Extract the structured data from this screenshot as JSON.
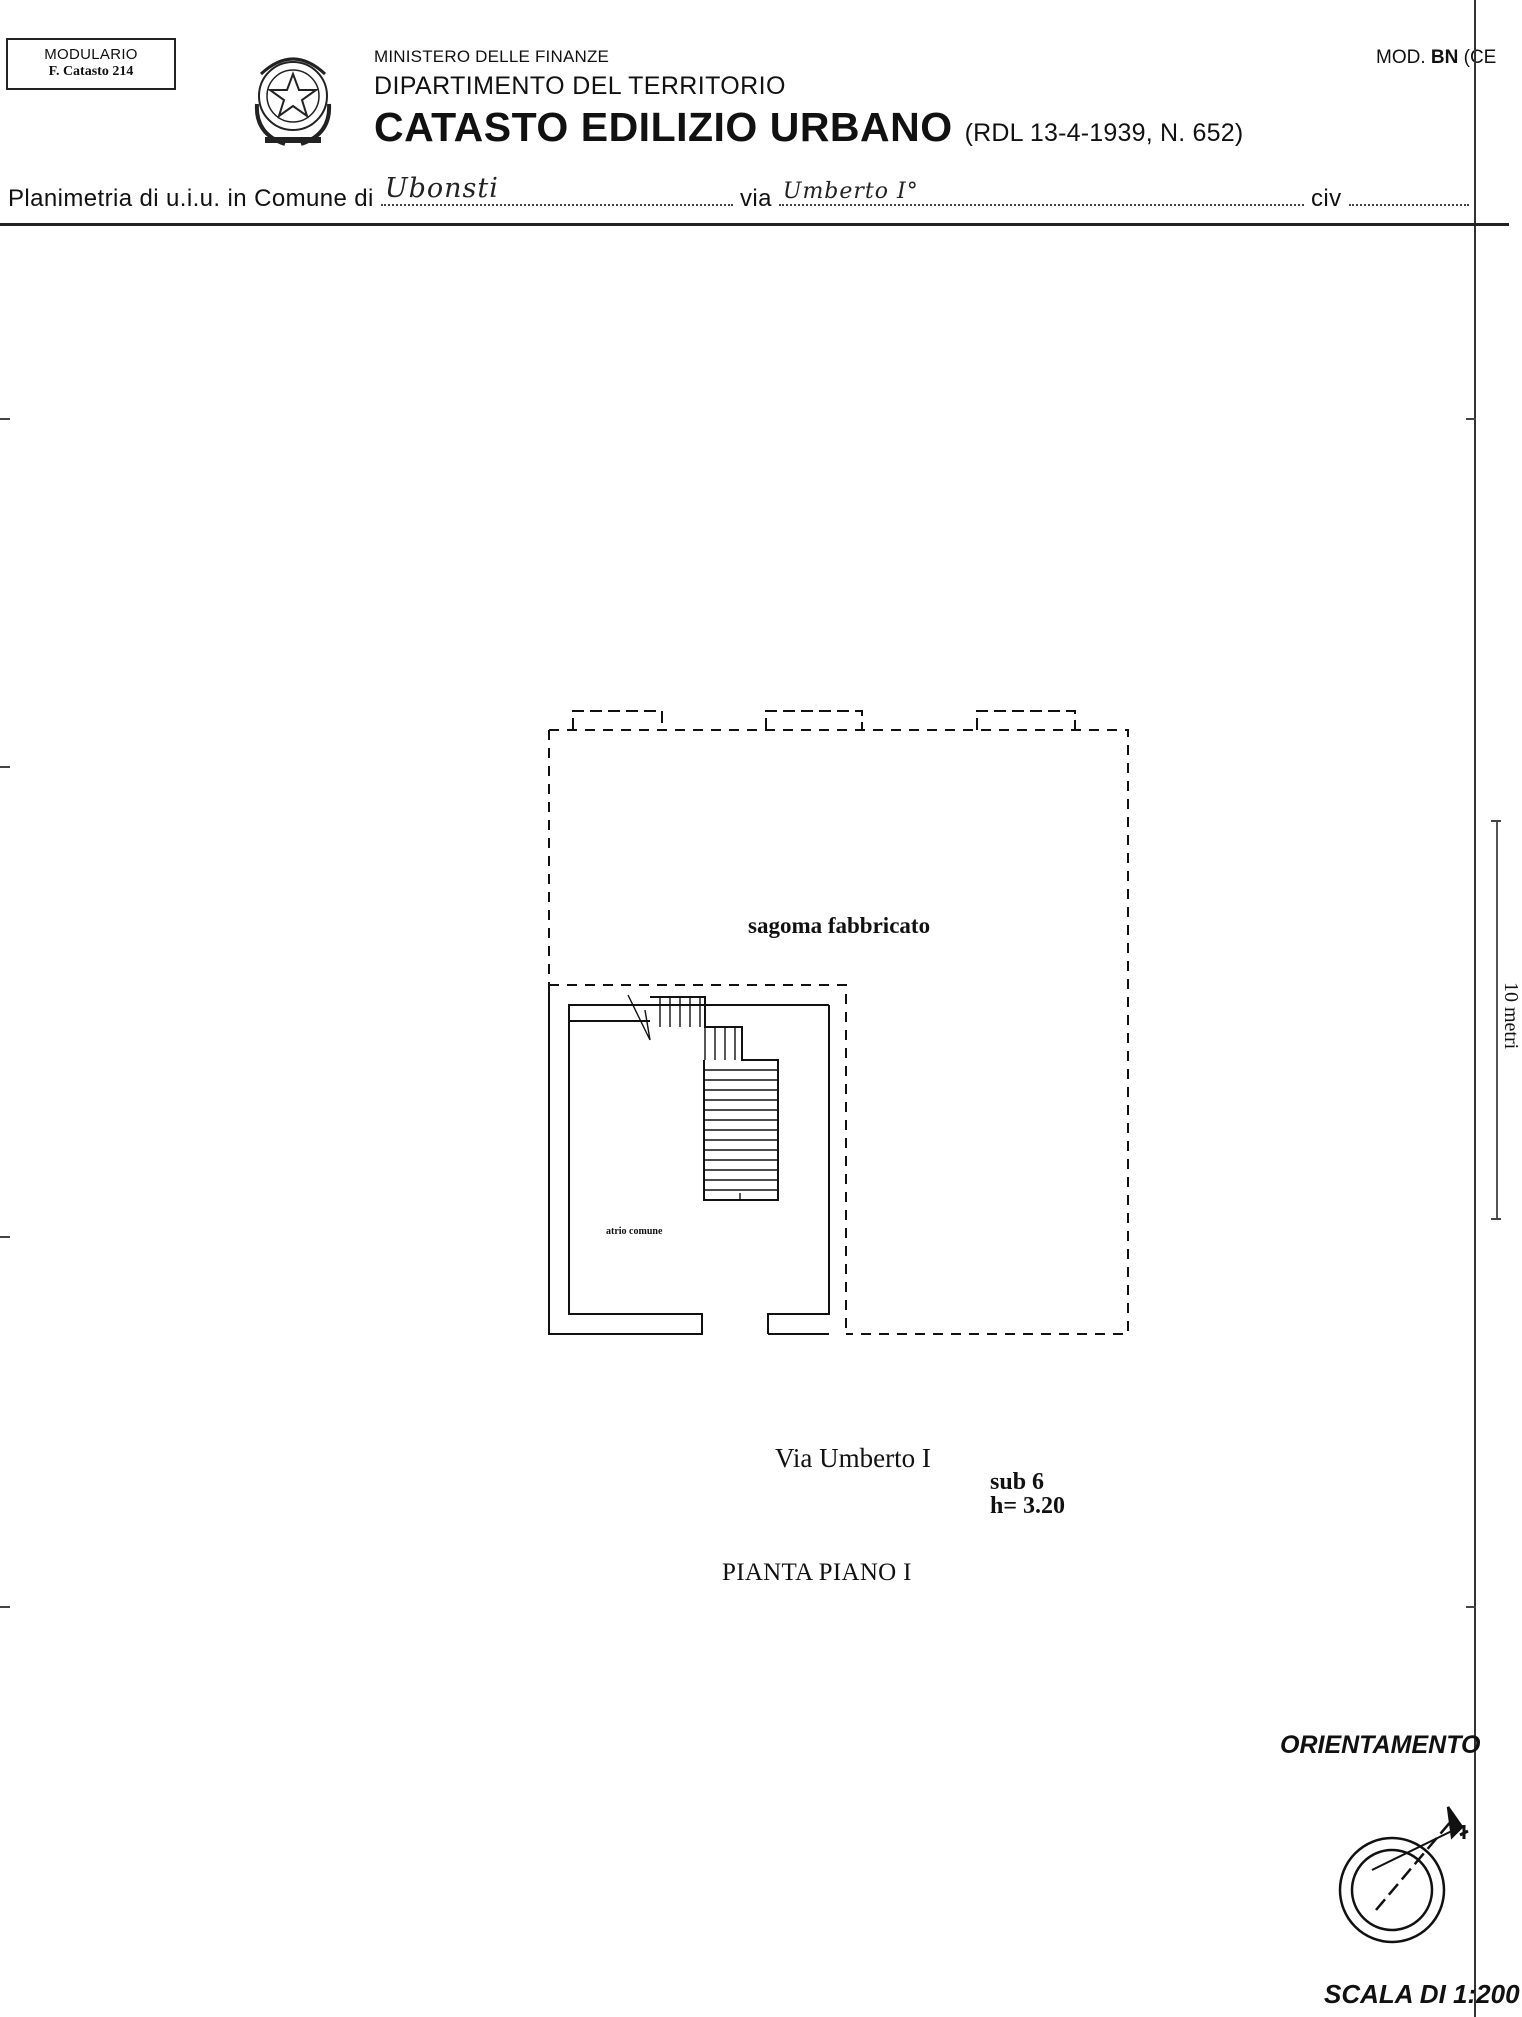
{
  "header": {
    "modulario_line1": "MODULARIO",
    "modulario_line2": "F. Catasto 214",
    "ministry": "MINISTERO DELLE FINANZE",
    "department": "DIPARTIMENTO DEL TERRITORIO",
    "title": "CATASTO EDILIZIO URBANO",
    "law_reference": "(RDL 13-4-1939, N. 652)",
    "model_prefix": "MOD.",
    "model_code": "BN",
    "model_suffix": "(CE"
  },
  "planimetria": {
    "prefix": "Planimetria di u.i.u. in Comune di",
    "comune_value": "Ubonsti",
    "via_label": "via",
    "via_value": "Umberto I°",
    "civ_label": "civ"
  },
  "drawing": {
    "outline_label": "sagoma fabbricato",
    "room_label": "atrio comune",
    "street_label": "Via Umberto I",
    "sub_label": "sub 6",
    "height_label": "h= 3.20",
    "floor_title": "PIANTA PIANO I"
  },
  "scale_bar_label": "10 metri",
  "orientation_label": "ORIENTAMENTO",
  "scale_label": "SCALA DI 1:200"
}
